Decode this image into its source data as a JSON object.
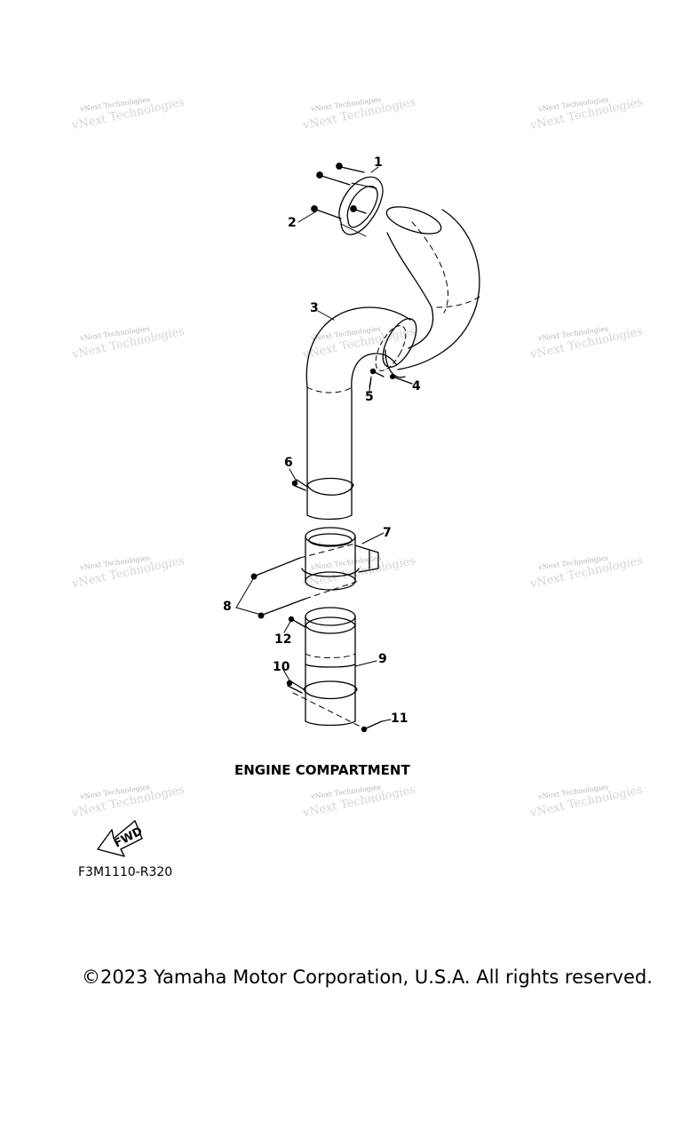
{
  "diagram": {
    "caption": "ENGINE COMPARTMENT",
    "figure_code": "F3M1110-R320",
    "forward_label": "FWD",
    "callouts": [
      "1",
      "2",
      "3",
      "4",
      "5",
      "6",
      "7",
      "8",
      "9",
      "10",
      "11",
      "12"
    ],
    "watermark": {
      "line1": "vNext Technologies",
      "line2": "vNext Technologies"
    }
  },
  "footer": {
    "copyright": "©2023 Yamaha Motor Corporation, U.S.A. All rights reserved."
  }
}
